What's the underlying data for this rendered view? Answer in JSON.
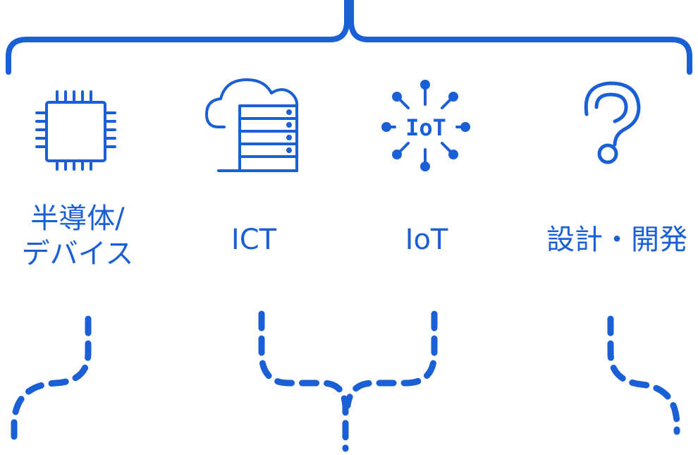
{
  "colors": {
    "accent": "#1a5fd6"
  },
  "categories": [
    {
      "icon": "chip-icon",
      "lines": [
        "半導体/",
        "デバイス"
      ]
    },
    {
      "icon": "cloud-server-icon",
      "lines": [
        "ICT"
      ]
    },
    {
      "icon": "iot-network-icon",
      "lines": [
        "IoT"
      ]
    },
    {
      "icon": "question-icon",
      "lines": [
        "設計・開発"
      ]
    }
  ]
}
